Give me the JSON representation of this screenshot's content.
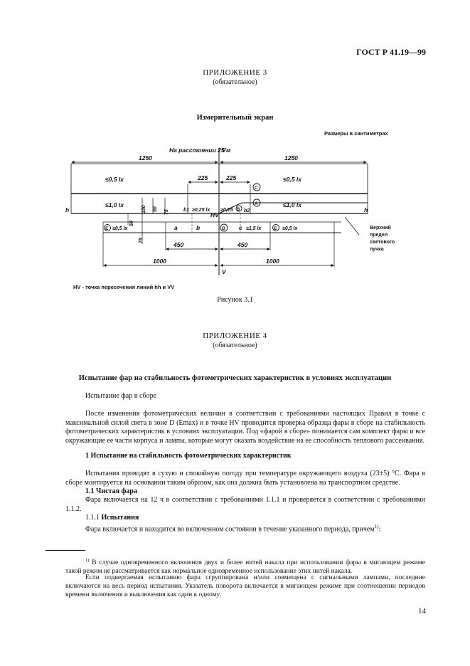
{
  "header": {
    "doc_code": "ГОСТ Р 41.19—99"
  },
  "appendix3": {
    "title": "ПРИЛОЖЕНИЕ 3",
    "status": "(обязательное)",
    "section": "Измерительный экран",
    "figure": {
      "units_note": "Размеры в сантиметрах",
      "distance_label": "На расстоянии 25 м",
      "axis_v": "V",
      "axis_h": "h",
      "dim_1250_left": "1250",
      "dim_1250_right": "1250",
      "dim_225_left": "225",
      "dim_225_right": "225",
      "dim_150": "150",
      "dim_50": "50",
      "dim_75_left": "75",
      "dim_75_bottom": "75",
      "dim_450_left": "450",
      "dim_450_right": "450",
      "dim_1000_left": "1000",
      "dim_1000_right": "1000",
      "zone_top_left": "≤0,5 lx",
      "zone_top_right": "≤0,5 lx",
      "zone_mid_left": "≤1,0 lx",
      "zone_mid_right": "≤1,0 lx",
      "pt_b1": "≥0,25 lx",
      "pt_b2": "≥0,25",
      "pt_bottom_left": "≥0,5 lx",
      "pt_c": "≥1,5 lx",
      "pt_bottom_right": "≥0,5 lx",
      "lbl_b1": "b1",
      "lbl_b2": "b2",
      "lbl_a": "a",
      "lbl_b": "b",
      "lbl_c": "c",
      "lbl_hv": "HV",
      "circ_c": "C",
      "circ_a": "A",
      "circ_b": "B",
      "circ_d": "D",
      "circ_e1": "E",
      "circ_e2": "E",
      "upper_limit_1": "Верхний",
      "upper_limit_2": "предел",
      "upper_limit_3": "светового",
      "upper_limit_4": "пучка",
      "legend": "HV - точка пересечения линий hh и VV"
    },
    "caption": "Рисунок 3.1"
  },
  "appendix4": {
    "title": "ПРИЛОЖЕНИЕ 4",
    "status": "(обязательное)",
    "heading": "Испытание фар на стабильность фотометрических характеристик в условиях эксплуатации",
    "subheading": "Испытание фар в сборе",
    "para1": "После изменения фотометрических величин в соответствии с требованиями настоящих Правил в точке с максимальной силой света в зоне D (Emax) и в точке HV проводится проверка образца фары в сборе на стабильность фотометрических характеристик в условиях эксплуатации. Под «фарой в сборе» понимается сам комплект фары и все окружающие ее части корпуса и лампы, которые могут оказать воздействие на ее способность теплового рассеивания.",
    "section1": "1 Испытание на стабильность фотометрических характеристик",
    "para2": "Испытания проводят в сухую и спокойную погоду при температуре окружающего воздуха (23±5) °С. Фара в сборе монтируется на основании таким образом, как она должна быть установлена на транспортном средстве.",
    "sub11": "1.1 Чистая фара",
    "para3": "Фара включается на 12 ч в соответствии с требованиями 1.1.1 и проверяется в соответствии с требованиями 1.1.2.",
    "sub111_num": "1.1.1",
    "sub111_title": "Испытания",
    "para4": "Фара включается и находится во включенном состоянии в течение указанного периода, причем",
    "para4_sup": "1)",
    "para4_end": ":",
    "fn_mark": "1)",
    "footnote1": "В случае одновременного включения двух и более нитей накала при использовании фары в мигающем режиме такой режим не рассматривается как нормальное одновременное использование этих нитей накала.",
    "footnote2": "Если подвергаемая испытанию фара сгруппирована и/или совмещена с сигнальными лампами, последние включаются на весь период испытания. Указатель поворота включается в мигающем режиме при соотношении периодов времени включения и выключения как один к одному."
  },
  "page_number": "14"
}
